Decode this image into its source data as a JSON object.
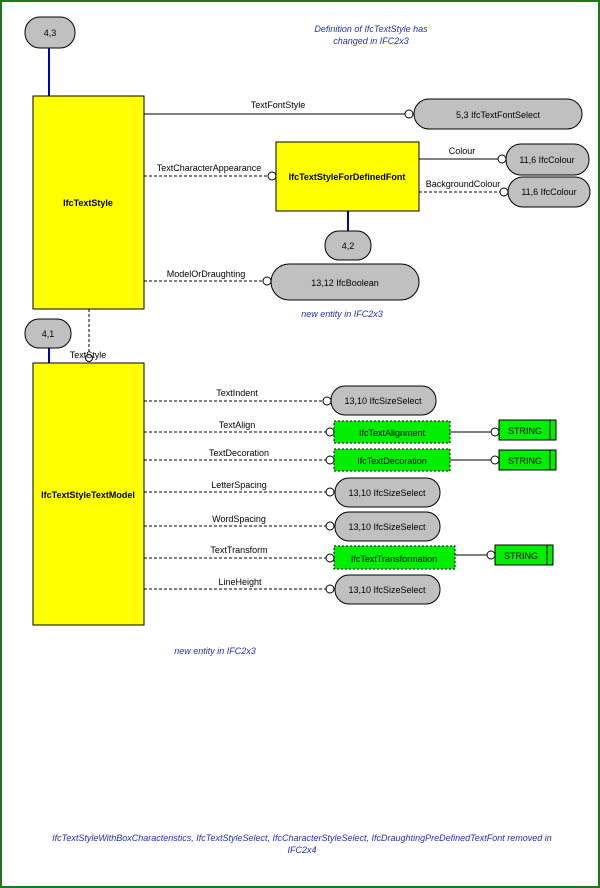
{
  "notes": {
    "top_line1": "Definition of IfcTextStyle has",
    "top_line2": "changed in IFC2x3",
    "new_entity_1": "new entity in IFC2x3",
    "new_entity_2": "new entity in IFC2x3",
    "bottom_line1": "IfcTextStyleWithBoxCharacteristics, IfcTextStyleSelect, IfcCharacterStyleSelect, IfcDraughtingPreDefinedTextFont  removed in",
    "bottom_line2": "IFC2x4"
  },
  "entities": {
    "text_style": "IfcTextStyle",
    "text_style_for_defined_font": "IfcTextStyleForDefinedFont",
    "text_style_text_model": "IfcTextStyleTextModel"
  },
  "page_refs": {
    "ref_4_3": "4,3",
    "ref_4_2": "4,2",
    "ref_4_1": "4,1"
  },
  "attributes": {
    "text_font_style": "TextFontStyle",
    "text_character_appearance": "TextCharacterAppearance",
    "model_or_draughting": "ModelOrDraughting",
    "colour": "Colour",
    "background_colour": "BackgroundColour",
    "text_style": "TextStyle",
    "text_indent": "TextIndent",
    "text_align": "TextAlign",
    "text_decoration": "TextDecoration",
    "letter_spacing": "LetterSpacing",
    "word_spacing": "WordSpacing",
    "text_transform": "TextTransform",
    "line_height": "LineHeight"
  },
  "types": {
    "text_font_select": "5,3 IfcTextFontSelect",
    "colour_1": "11,6 IfcColour",
    "colour_2": "11,6 IfcColour",
    "boolean": "13,12 IfcBoolean",
    "size_select_indent": "13,10 IfcSizeSelect",
    "size_select_letter": "13,10 IfcSizeSelect",
    "size_select_word": "13,10 IfcSizeSelect",
    "size_select_line": "13,10 IfcSizeSelect",
    "text_alignment": "IfcTextAlignment",
    "text_decoration": "IfcTextDecoration",
    "text_transformation": "IfcTextTransformation",
    "string_1": "STRING",
    "string_2": "STRING",
    "string_3": "STRING"
  },
  "colors": {
    "entity_fill": "#ffff00",
    "defined_type_fill": "#00ee00",
    "select_fill": "#c0c0c0",
    "note_text": "#1f2fb4",
    "page_ref_line": "#0000cc",
    "frame": "#1a7a1a"
  }
}
